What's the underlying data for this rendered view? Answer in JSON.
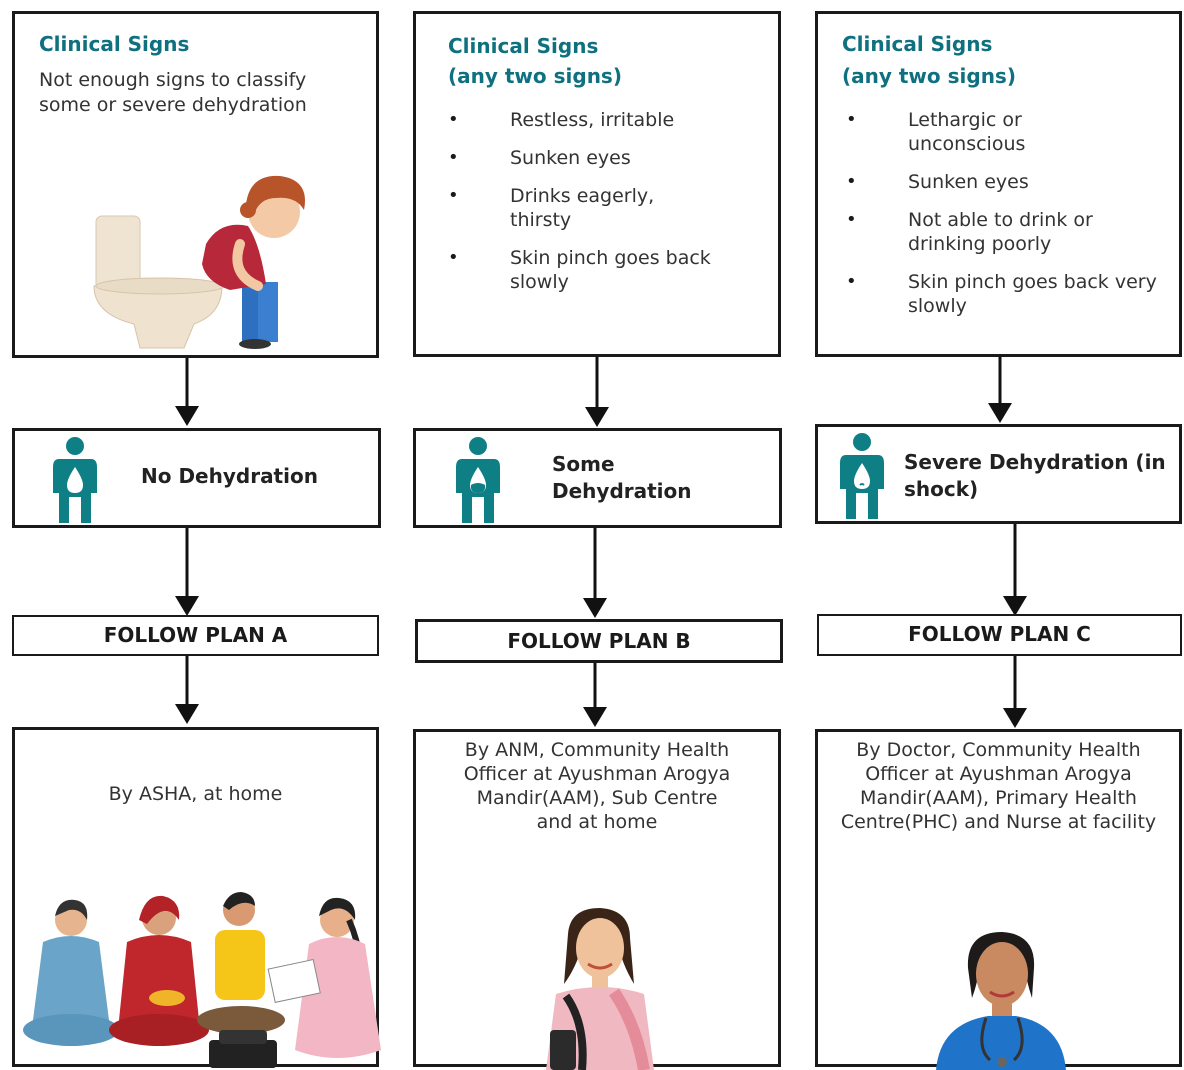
{
  "colors": {
    "accent": "#0f7080",
    "border": "#1a1a1a",
    "person_icon": "#0f7f86"
  },
  "columns": [
    {
      "signs_title": "Clinical Signs",
      "signs_text": "Not enough signs to classify some or severe dehydration",
      "classification": "No Dehydration",
      "plan": "FOLLOW PLAN A",
      "delivered_by": "By ASHA, at home",
      "illustration": "child-on-toilet"
    },
    {
      "signs_title": "Clinical Signs",
      "signs_subtitle": "(any two signs)",
      "signs": [
        "Restless, irritable",
        "Sunken eyes",
        "Drinks eagerly, thirsty",
        "Skin pinch goes back slowly"
      ],
      "classification": "Some Dehydration",
      "plan": "FOLLOW PLAN B",
      "delivered_by": "By ANM, Community Health Officer at Ayushman Arogya Mandir(AAM), Sub Centre and at home",
      "illustration": "health-worker-woman"
    },
    {
      "signs_title": "Clinical Signs",
      "signs_subtitle": "(any two signs)",
      "signs": [
        "Lethargic or unconscious",
        "Sunken eyes",
        "Not able to drink or drinking poorly",
        "Skin pinch goes back very slowly"
      ],
      "classification": "Severe Dehydration (in shock)",
      "plan": "FOLLOW PLAN C",
      "delivered_by": "By Doctor, Community Health Officer at Ayushman Arogya Mandir(AAM), Primary Health Centre(PHC) and Nurse at facility",
      "illustration": "nurse-with-stethoscope"
    }
  ]
}
